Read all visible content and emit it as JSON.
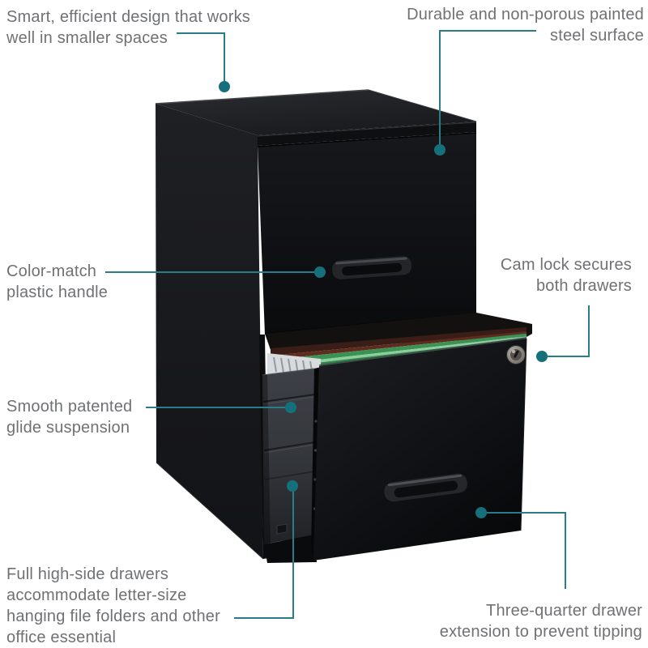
{
  "colors": {
    "accent_line": "#2a7d88",
    "accent_dot": "#16707c",
    "text": "#6f7174",
    "background": "#ffffff"
  },
  "callouts": {
    "smart_design": {
      "lines": [
        "Smart, efficient design that works",
        "well in smaller spaces"
      ]
    },
    "steel_surface": {
      "lines": [
        "Durable and non-porous painted",
        "steel surface"
      ]
    },
    "plastic_handle": {
      "lines": [
        "Color-match",
        "plastic handle"
      ]
    },
    "cam_lock": {
      "lines": [
        "Cam lock secures",
        "both drawers"
      ]
    },
    "glide_suspension": {
      "lines": [
        "Smooth patented",
        "glide suspension"
      ]
    },
    "high_side_drawers": {
      "lines": [
        "Full high-side drawers",
        "accommodate letter-size",
        "hanging file folders and other",
        "office essential"
      ]
    },
    "drawer_extension": {
      "lines": [
        "Three-quarter drawer",
        "extension to prevent tipping"
      ]
    }
  }
}
